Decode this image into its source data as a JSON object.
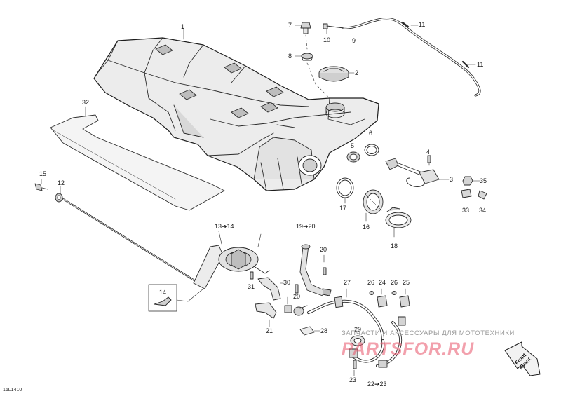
{
  "diagram_code": "16L1410",
  "watermark": {
    "tagline": "ЗАПЧАСТИ И АКСЕССУАРЫ ДЛЯ МОТОТЕХНИКИ",
    "logo": "PARTSFOR.RU"
  },
  "front_badge": {
    "line1": "Front",
    "line2": "Avant"
  },
  "callouts": [
    {
      "id": "c1",
      "text": "1"
    },
    {
      "id": "c2",
      "text": "2"
    },
    {
      "id": "c3",
      "text": "3"
    },
    {
      "id": "c4",
      "text": "4"
    },
    {
      "id": "c5",
      "text": "5"
    },
    {
      "id": "c6",
      "text": "6"
    },
    {
      "id": "c7",
      "text": "7"
    },
    {
      "id": "c8",
      "text": "8"
    },
    {
      "id": "c9",
      "text": "9"
    },
    {
      "id": "c10",
      "text": "10"
    },
    {
      "id": "c11a",
      "text": "11"
    },
    {
      "id": "c11b",
      "text": "11"
    },
    {
      "id": "c12",
      "text": "12"
    },
    {
      "id": "c13",
      "text": "13➔14"
    },
    {
      "id": "c14",
      "text": "14"
    },
    {
      "id": "c15",
      "text": "15"
    },
    {
      "id": "c16",
      "text": "16"
    },
    {
      "id": "c17",
      "text": "17"
    },
    {
      "id": "c18",
      "text": "18"
    },
    {
      "id": "c19",
      "text": "19➔20"
    },
    {
      "id": "c20a",
      "text": "20"
    },
    {
      "id": "c20b",
      "text": "20"
    },
    {
      "id": "c21",
      "text": "21"
    },
    {
      "id": "c22",
      "text": "22➔23"
    },
    {
      "id": "c23",
      "text": "23"
    },
    {
      "id": "c24",
      "text": "24"
    },
    {
      "id": "c25",
      "text": "25"
    },
    {
      "id": "c26a",
      "text": "26"
    },
    {
      "id": "c26b",
      "text": "26"
    },
    {
      "id": "c27",
      "text": "27"
    },
    {
      "id": "c28",
      "text": "28"
    },
    {
      "id": "c29",
      "text": "29"
    },
    {
      "id": "c30",
      "text": "30"
    },
    {
      "id": "c31",
      "text": "31"
    },
    {
      "id": "c32",
      "text": "32"
    },
    {
      "id": "c33",
      "text": "33"
    },
    {
      "id": "c34",
      "text": "34"
    },
    {
      "id": "c35",
      "text": "35"
    }
  ]
}
